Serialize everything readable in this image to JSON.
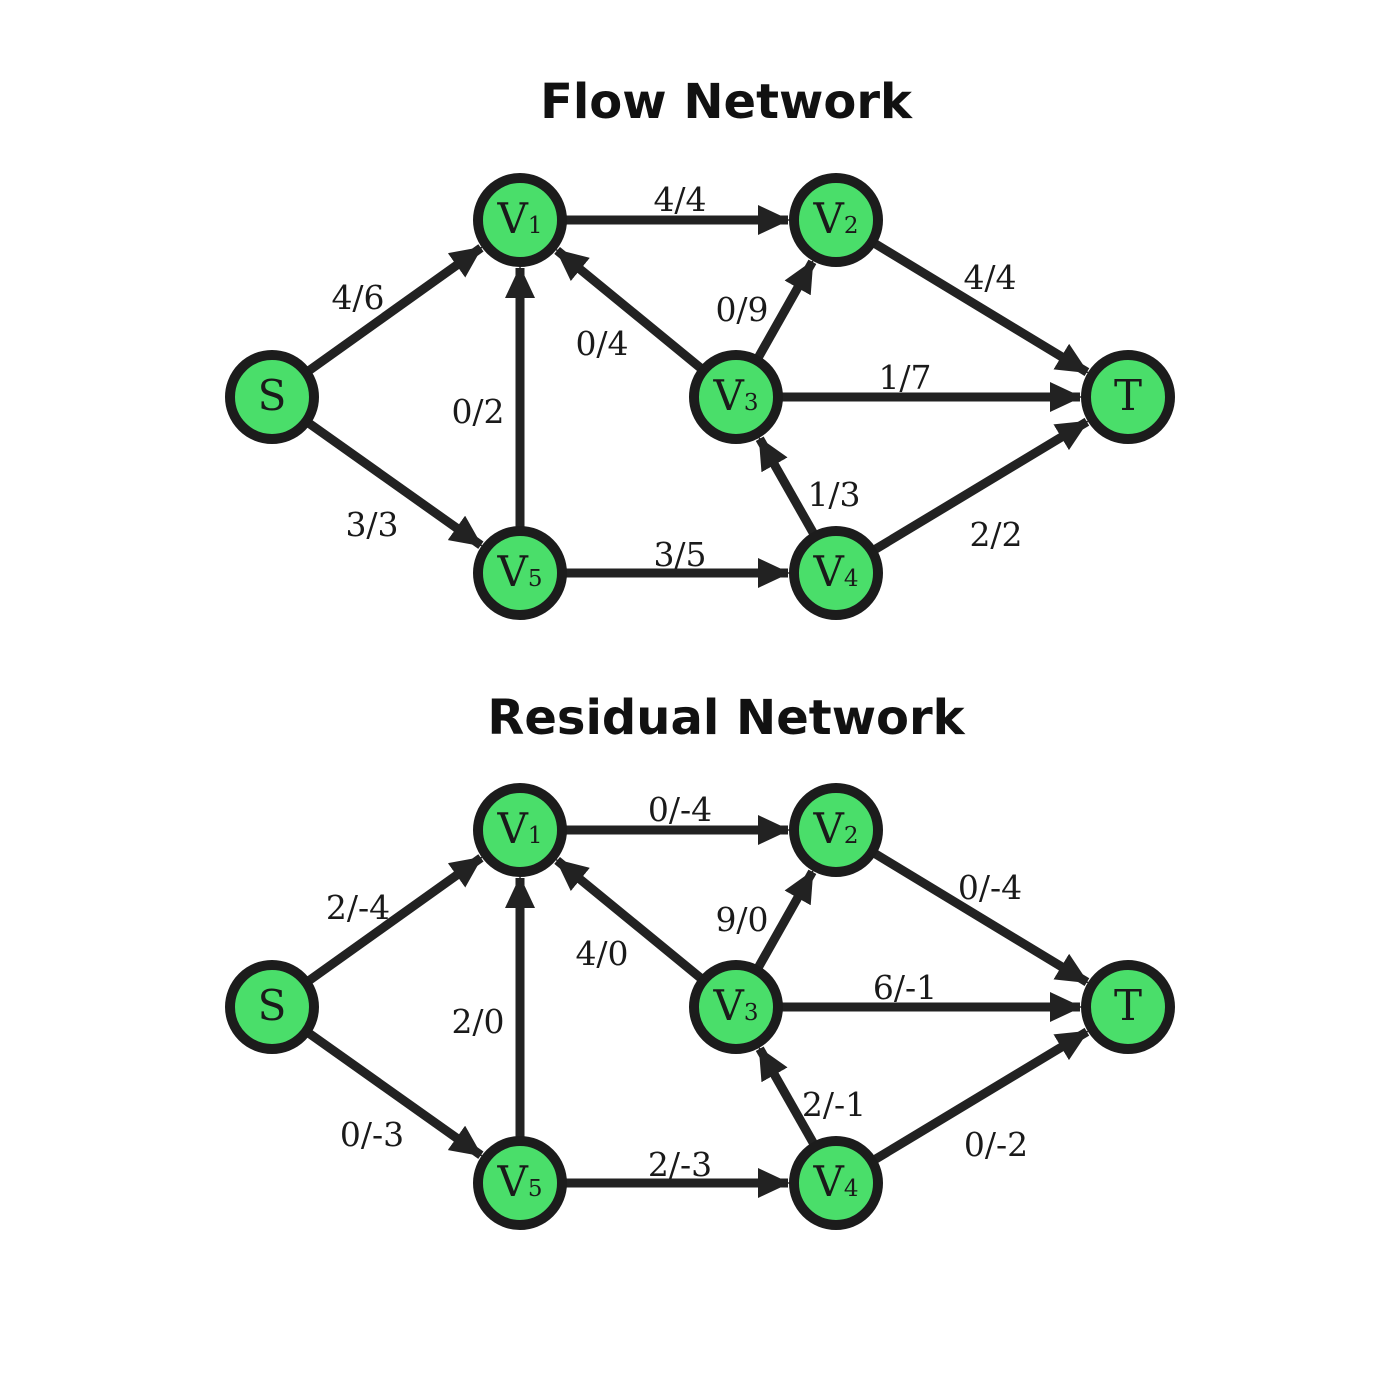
{
  "colors": {
    "node_fill": "#4ade6a",
    "node_stroke": "#1c1c1c",
    "edge": "#222222",
    "text": "#1a1a1a",
    "background": "#ffffff"
  },
  "nodes": [
    {
      "id": "S",
      "main": "S",
      "sub": ""
    },
    {
      "id": "V1",
      "main": "V",
      "sub": "1"
    },
    {
      "id": "V2",
      "main": "V",
      "sub": "2"
    },
    {
      "id": "V3",
      "main": "V",
      "sub": "3"
    },
    {
      "id": "V4",
      "main": "V",
      "sub": "4"
    },
    {
      "id": "V5",
      "main": "V",
      "sub": "5"
    },
    {
      "id": "T",
      "main": "T",
      "sub": ""
    }
  ],
  "graphs": [
    {
      "title": "Flow Network",
      "edges": [
        {
          "from": "V1",
          "to": "V2",
          "label": "4/4"
        },
        {
          "from": "S",
          "to": "V1",
          "label": "4/6"
        },
        {
          "from": "V2",
          "to": "T",
          "label": "4/4"
        },
        {
          "from": "V3",
          "to": "V2",
          "label": "0/9"
        },
        {
          "from": "V3",
          "to": "V1",
          "label": "0/4"
        },
        {
          "from": "V5",
          "to": "V1",
          "label": "0/2"
        },
        {
          "from": "V3",
          "to": "T",
          "label": "1/7"
        },
        {
          "from": "V4",
          "to": "V3",
          "label": "1/3"
        },
        {
          "from": "S",
          "to": "V5",
          "label": "3/3"
        },
        {
          "from": "V4",
          "to": "T",
          "label": "2/2"
        },
        {
          "from": "V5",
          "to": "V4",
          "label": "3/5"
        }
      ]
    },
    {
      "title": "Residual Network",
      "edges": [
        {
          "from": "V1",
          "to": "V2",
          "label": "0/-4"
        },
        {
          "from": "S",
          "to": "V1",
          "label": "2/-4"
        },
        {
          "from": "V2",
          "to": "T",
          "label": "0/-4"
        },
        {
          "from": "V3",
          "to": "V2",
          "label": "9/0"
        },
        {
          "from": "V3",
          "to": "V1",
          "label": "4/0"
        },
        {
          "from": "V5",
          "to": "V1",
          "label": "2/0"
        },
        {
          "from": "V3",
          "to": "T",
          "label": "6/-1"
        },
        {
          "from": "V4",
          "to": "V3",
          "label": "2/-1"
        },
        {
          "from": "S",
          "to": "V5",
          "label": "0/-3"
        },
        {
          "from": "V4",
          "to": "T",
          "label": "0/-2"
        },
        {
          "from": "V5",
          "to": "V4",
          "label": "2/-3"
        }
      ]
    }
  ]
}
